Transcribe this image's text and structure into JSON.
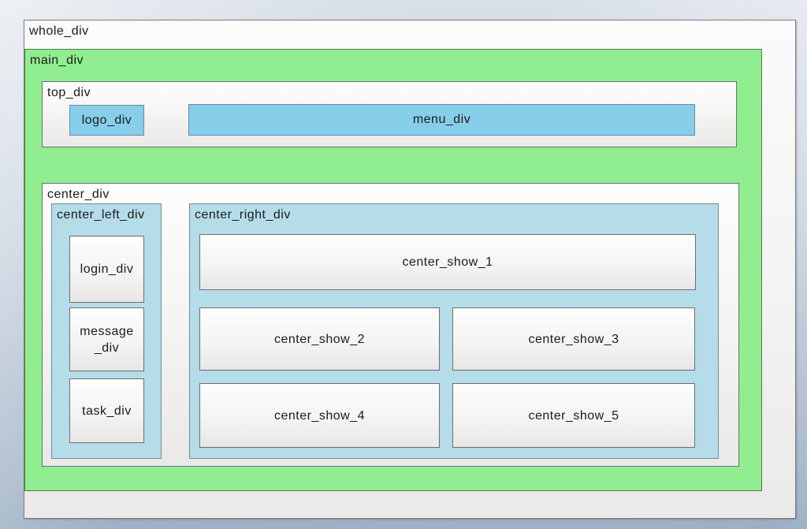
{
  "diagram": {
    "whole_div": {
      "label": "whole_div"
    },
    "main_div": {
      "label": "main_div"
    },
    "top_div": {
      "label": "top_div"
    },
    "logo_div": {
      "label": "logo_div"
    },
    "menu_div": {
      "label": "menu_div"
    },
    "center_div": {
      "label": "center_div"
    },
    "center_left_div": {
      "label": "center_left_div"
    },
    "login_div": {
      "label": "login_div"
    },
    "message_div": {
      "label_line1": "message",
      "label_line2": "_div"
    },
    "task_div": {
      "label": "task_div"
    },
    "center_right_div": {
      "label": "center_right_div"
    },
    "center_show_1": {
      "label": "center_show_1"
    },
    "center_show_2": {
      "label": "center_show_2"
    },
    "center_show_3": {
      "label": "center_show_3"
    },
    "center_show_4": {
      "label": "center_show_4"
    },
    "center_show_5": {
      "label": "center_show_5"
    }
  },
  "colors": {
    "page_background_top": "#dbe1e9",
    "page_background_bottom": "#9cafc4",
    "main_div_green": "#90ee90",
    "accent_blue": "#87ceeb",
    "container_blue": "#b5dce9",
    "panel_gradient_top": "#fdfdfe",
    "panel_gradient_bottom": "#eae9e8",
    "border_dark": "#6e6e6e",
    "border_green": "#4f7d4f",
    "border_blue": "#6d8a9c",
    "text": "#1a1a1a"
  }
}
